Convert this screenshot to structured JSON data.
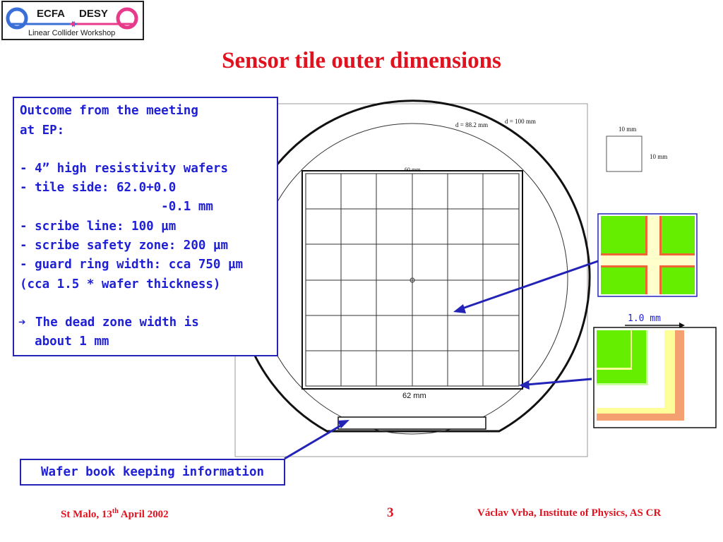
{
  "logo": {
    "left": "ECFA",
    "right": "DESY",
    "subtitle": "Linear Collider Workshop"
  },
  "title": "Sensor tile outer dimensions",
  "info": {
    "lines": [
      "Outcome from the meeting",
      "at EP:",
      "",
      "- 4” high resistivity wafers",
      "- tile side: 62.0+0.0",
      "                   -0.1 mm",
      "- scribe line: 100 µm",
      "- scribe safety zone: 200 µm",
      "- guard ring width: cca 750 µm",
      "(cca 1.5 * wafer thickness)",
      "",
      "The dead zone width is",
      "  about 1 mm"
    ],
    "arrow_glyph": "➔"
  },
  "drawing": {
    "label_d100": "d = 100 mm",
    "label_d882": "d = 88.2 mm",
    "label_60": "60 mm",
    "label_62": "62 mm",
    "pad_w": "10 mm",
    "pad_h": "10 mm",
    "zoom_label": "1.0  mm"
  },
  "book_label": "Wafer book keeping information",
  "footer": {
    "left_main": "St Malo, 13",
    "left_sup": "th",
    "left_tail": " April 2002",
    "page": "3",
    "right": "Václav Vrba, Institute of Physics, AS CR"
  },
  "colors": {
    "title": "#e0121f",
    "info_text": "#1f1fd6",
    "frame": "#2323b8",
    "green": "#66ee00",
    "orange": "#ee6633",
    "yellow": "#ffff99"
  }
}
